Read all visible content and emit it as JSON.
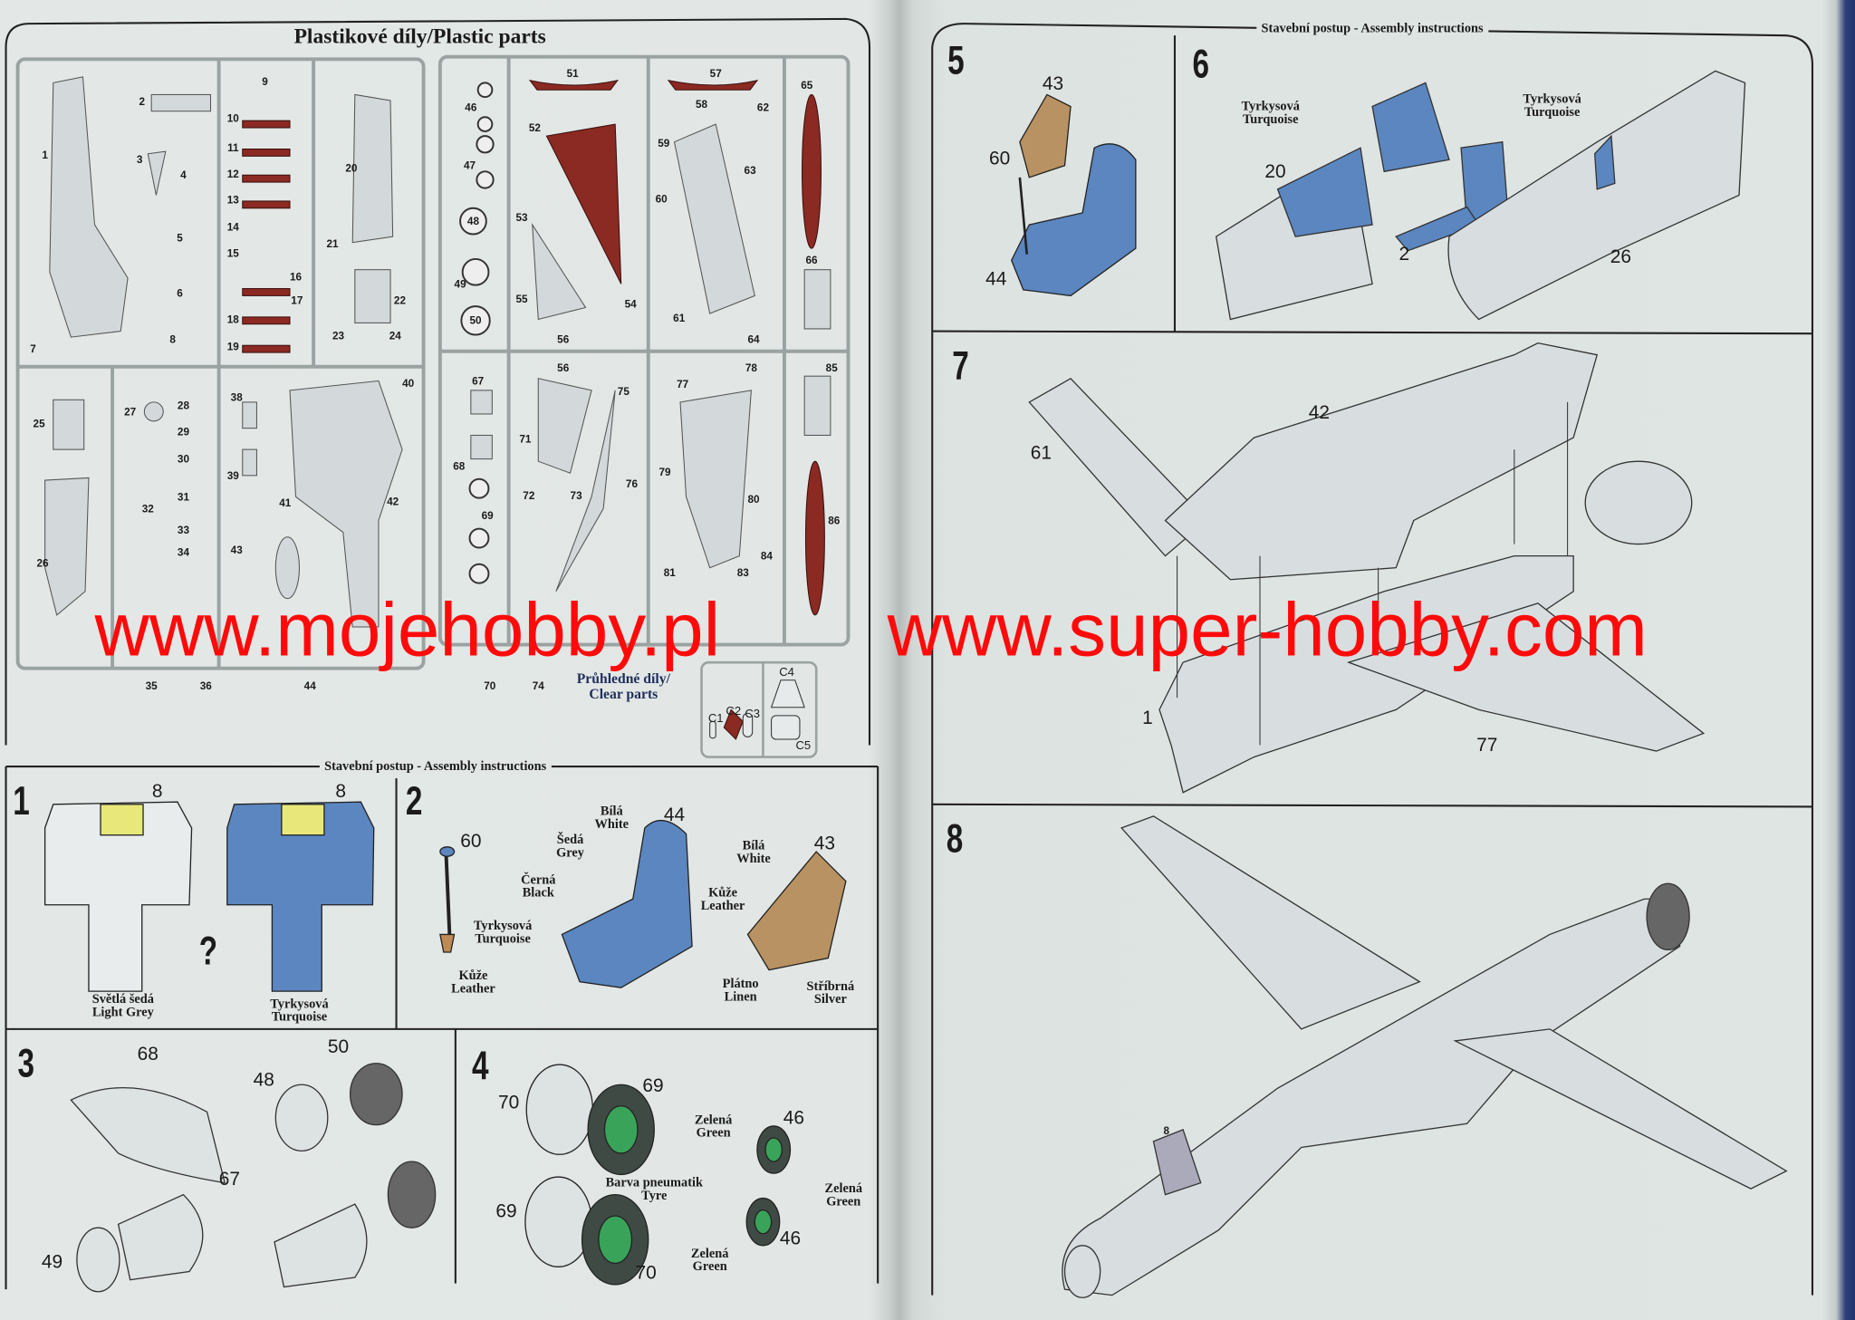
{
  "left_page": {
    "title": "Plastikové díly/Plastic parts",
    "sprue_parts": [
      "1",
      "2",
      "3",
      "4",
      "5",
      "6",
      "7",
      "8",
      "9",
      "10",
      "11",
      "12",
      "13",
      "14",
      "15",
      "16",
      "17",
      "18",
      "19",
      "20",
      "21",
      "22",
      "23",
      "24",
      "25",
      "26",
      "27",
      "28",
      "29",
      "30",
      "31",
      "32",
      "33",
      "34",
      "35",
      "36",
      "38",
      "39",
      "40",
      "41",
      "42",
      "43",
      "44",
      "46",
      "47",
      "48",
      "49",
      "50",
      "51",
      "52",
      "53",
      "54",
      "55",
      "56",
      "56",
      "57",
      "58",
      "59",
      "60",
      "61",
      "62",
      "63",
      "64",
      "65",
      "66",
      "67",
      "68",
      "69",
      "70",
      "71",
      "72",
      "73",
      "74",
      "75",
      "76",
      "77",
      "78",
      "79",
      "80",
      "81",
      "83",
      "84",
      "85",
      "86"
    ],
    "clear_parts": {
      "label_cz": "Průhledné díly/",
      "label_en": "Clear parts",
      "parts": [
        "C1",
        "C2",
        "C3",
        "C4",
        "C5"
      ]
    }
  },
  "assembly_header": "Stavební postup - Assembly instructions",
  "steps": {
    "s1": {
      "number": "1",
      "part_a": "8",
      "part_b": "8",
      "or": "?",
      "color_a": [
        "Světlá šedá",
        "Light Grey"
      ],
      "color_b": [
        "Tyrkysová",
        "Turquoise"
      ]
    },
    "s2": {
      "number": "2",
      "p60": "60",
      "p44": "44",
      "p43": "43",
      "white_a": [
        "Bílá",
        "White"
      ],
      "grey": [
        "Šedá",
        "Grey"
      ],
      "black": [
        "Černá",
        "Black"
      ],
      "turquoise": [
        "Tyrkysová",
        "Turquoise"
      ],
      "leather_a": [
        "Kůže",
        "Leather"
      ],
      "white_b": [
        "Bílá",
        "White"
      ],
      "leather_b": [
        "Kůže",
        "Leather"
      ],
      "linen": [
        "Plátno",
        "Linen"
      ],
      "silver": [
        "Stříbrná",
        "Silver"
      ]
    },
    "s3": {
      "number": "3",
      "p68": "68",
      "p50": "50",
      "p48": "48",
      "p67": "67",
      "p49": "49"
    },
    "s4": {
      "number": "4",
      "p70a": "70",
      "p69a": "69",
      "p46a": "46",
      "p69b": "69",
      "p70b": "70",
      "p46b": "46",
      "green_a": [
        "Zelená",
        "Green"
      ],
      "tyre": [
        "Barva pneumatik",
        "Tyre"
      ],
      "green_b": [
        "Zelená",
        "Green"
      ],
      "green_c": [
        "Zelená",
        "Green"
      ]
    },
    "s5": {
      "number": "5",
      "p43": "43",
      "p60": "60",
      "p44": "44"
    },
    "s6": {
      "number": "6",
      "turq_a": [
        "Tyrkysová",
        "Turquoise"
      ],
      "turq_b": [
        "Tyrkysová",
        "Turquoise"
      ],
      "p20": "20",
      "p2": "2",
      "p26": "26"
    },
    "s7": {
      "number": "7",
      "p42": "42",
      "p61": "61",
      "p1": "1",
      "p77": "77"
    },
    "s8": {
      "number": "8",
      "p8": "8"
    }
  },
  "watermark": {
    "left": "www.mojehobby.pl",
    "right": "www.super-hobby.com"
  },
  "colors": {
    "paper": "#dfe5e3",
    "red_parts": "#8b2a22",
    "turquoise": "#5b86c0",
    "watermark": "#ff0a0a",
    "green": "#3aa35a"
  }
}
